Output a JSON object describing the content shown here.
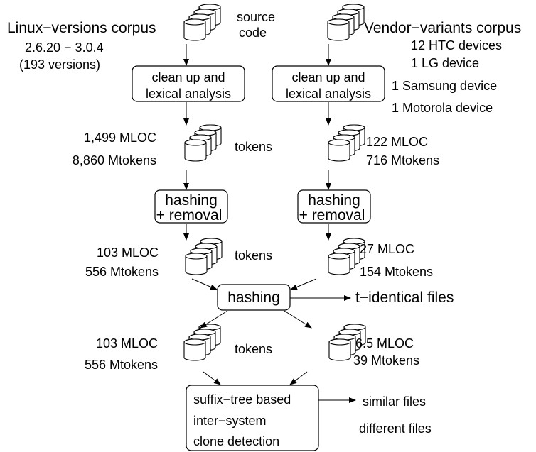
{
  "colors": {
    "stroke": "#000000",
    "background": "#ffffff"
  },
  "left_corpus": {
    "title": "Linux−versions corpus",
    "range": "2.6.20 − 3.0.4",
    "count": "(193 versions)"
  },
  "right_corpus": {
    "title": "Vendor−variants corpus",
    "devices": [
      "12 HTC devices",
      "1 LG device",
      "1 Samsung device",
      "1 Motorola device"
    ]
  },
  "labels": {
    "source_code_1": "source",
    "source_code_2": "code",
    "tokens": "tokens"
  },
  "process_boxes": {
    "clean_up_1": "clean up and",
    "clean_up_2": "lexical analysis",
    "hashing_removal_1": "hashing",
    "hashing_removal_2": "+ removal",
    "hashing": "hashing",
    "suffix_1": "suffix−tree based",
    "suffix_2": "inter−system",
    "suffix_3": "clone detection"
  },
  "stats": {
    "left_tokens_1": {
      "loc": "1,499 MLOC",
      "tokens": "8,860 Mtokens"
    },
    "right_tokens_1": {
      "loc": "122 MLOC",
      "tokens": "716 Mtokens"
    },
    "left_tokens_2": {
      "loc": "103 MLOC",
      "tokens": "556 Mtokens"
    },
    "right_tokens_2": {
      "loc": "27 MLOC",
      "tokens": "154 Mtokens"
    },
    "left_tokens_3": {
      "loc": "103 MLOC",
      "tokens": "556 Mtokens"
    },
    "right_tokens_3": {
      "loc": "6.5 MLOC",
      "tokens": "39 Mtokens"
    }
  },
  "outputs": {
    "t_identical": "t−identical files",
    "similar": "similar files",
    "different": "different files"
  }
}
